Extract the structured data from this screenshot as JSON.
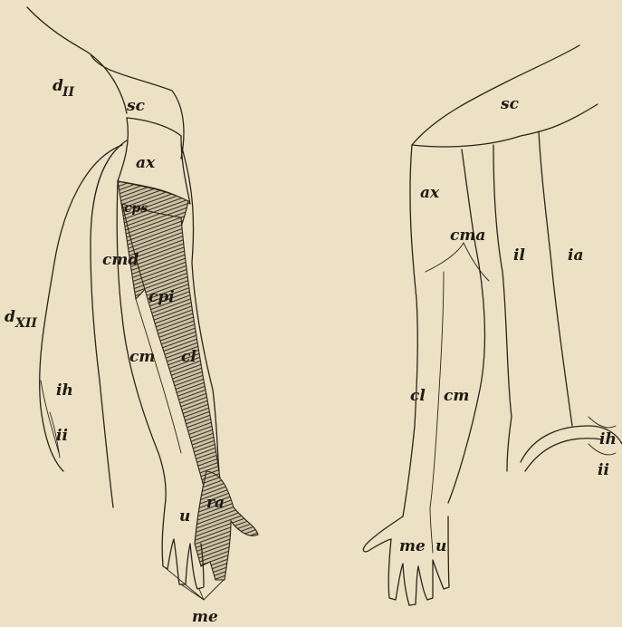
{
  "left_figure": {
    "labels": {
      "d2": "d",
      "d2_sub": "II",
      "d12": "d",
      "d12_sub": "XII",
      "sc": "sc",
      "ax": "ax",
      "cps": "cps",
      "cmd": "cmd",
      "cpi": "cpi",
      "cm": "cm",
      "cl": "cl",
      "ih": "ih",
      "ii": "ii",
      "u": "u",
      "ra": "ra",
      "me": "me"
    }
  },
  "right_figure": {
    "labels": {
      "sc": "sc",
      "ax": "ax",
      "cma": "cma",
      "il": "il",
      "ia": "ia",
      "cl": "cl",
      "cm": "cm",
      "ih": "ih",
      "ii": "ii",
      "me": "me",
      "u": "u"
    }
  },
  "colors": {
    "paper": "#ece1c4",
    "ink": "#2a241c"
  }
}
